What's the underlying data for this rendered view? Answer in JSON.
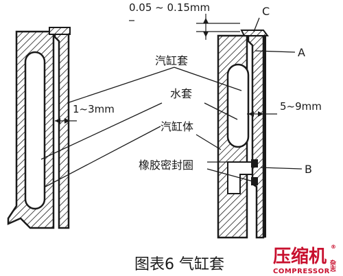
{
  "labels": {
    "clearance_top": "0.05 ~ 0.15mm",
    "point_c": "C",
    "point_a": "A",
    "point_b": "B",
    "cylinder_liner": "汽缸套",
    "water_jacket": "水套",
    "gap_left": "1~3mm",
    "gap_right": "5~9mm",
    "cylinder_body": "汽缸体",
    "rubber_seal": "橡胶密封圈"
  },
  "caption": "图表6  气缸套",
  "brand": {
    "name_cn": "压缩机",
    "name_en": "COMPRESSOR",
    "magazine": "杂志",
    "registered": "®",
    "color": "#c8102e"
  },
  "colors": {
    "ink": "#1a1a1a",
    "background": "#ffffff"
  }
}
